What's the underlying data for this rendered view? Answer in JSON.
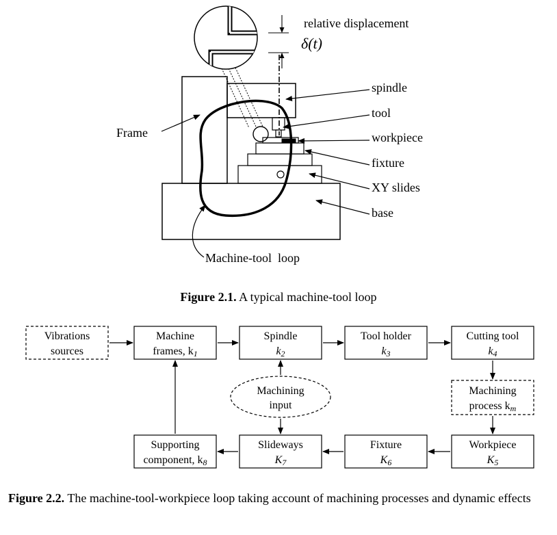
{
  "fig1": {
    "labels": {
      "relative_displacement": "relative displacement",
      "delta": "δ(t)",
      "spindle": "spindle",
      "tool": "tool",
      "workpiece": "workpiece",
      "fixture": "fixture",
      "xy_slides": "XY slides",
      "base": "base",
      "frame": "Frame",
      "loop": "Machine-tool  loop"
    },
    "caption_num": "Figure 2.1.",
    "caption_text": " A typical machine-tool loop"
  },
  "fig2": {
    "blocks": {
      "vibrations": [
        "Vibrations",
        "sources"
      ],
      "frames": [
        "Machine",
        "frames, k",
        "1"
      ],
      "spindle": [
        "Spindle",
        "k",
        "2"
      ],
      "toolholder": [
        "Tool holder",
        "k",
        "3"
      ],
      "cutting": [
        "Cutting tool",
        "k",
        "4"
      ],
      "process": [
        "Machining",
        "process k",
        "m"
      ],
      "workpiece": [
        "Workpiece",
        "K",
        "5"
      ],
      "fixture": [
        "Fixture",
        "K",
        "6"
      ],
      "slideways": [
        "Slideways",
        "K",
        "7"
      ],
      "supporting": [
        "Supporting",
        "component, k",
        "8"
      ],
      "input": [
        "Machining",
        "input"
      ]
    },
    "caption_num": "Figure 2.2.",
    "caption_text": " The machine-tool-workpiece loop taking account of machining processes and dynamic effects"
  }
}
